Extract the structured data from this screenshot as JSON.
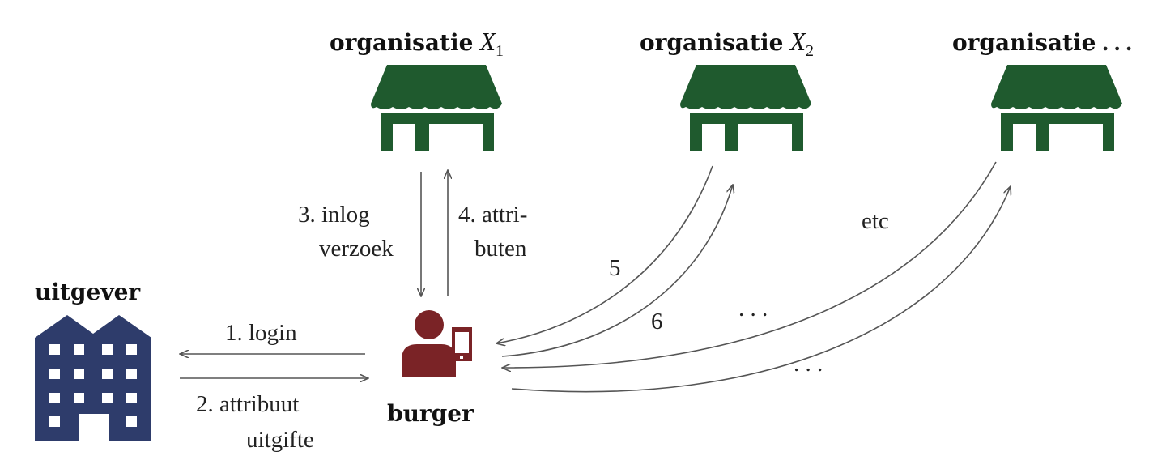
{
  "nodes": {
    "org1": {
      "title": "organisatie",
      "var": "X",
      "sub": "1"
    },
    "org2": {
      "title": "organisatie",
      "var": "X",
      "sub": "2"
    },
    "org3": {
      "title": "organisatie",
      "ellipsis": ". . ."
    },
    "issuer": {
      "title": "uitgever"
    },
    "citizen": {
      "title": "burger"
    }
  },
  "edges": {
    "login": "1. login",
    "issue_line1": "2. attribuut",
    "issue_line2": "uitgifte",
    "request_line1": "3. inlog",
    "request_line2": "verzoek",
    "attrs_line1": "4. attri-",
    "attrs_line2": "buten",
    "step5": "5",
    "step6": "6",
    "etc": "etc",
    "dots1": ". . .",
    "dots2": ". . ."
  },
  "colors": {
    "store": "#1f5a2e",
    "building": "#2e3c6b",
    "person": "#7a2326"
  }
}
